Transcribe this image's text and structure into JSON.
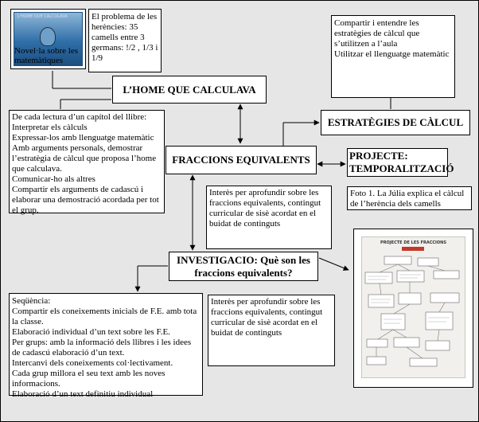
{
  "cover": {
    "caption": "Novel·la sobre les matemàtiques",
    "scrawl": "L'HOME QUE CALCULAVA"
  },
  "problem_box": {
    "text": "El problema de les herències: 35 camells entre 3 germans: !/2 , 1/3 i 1/9"
  },
  "strategy_goals": {
    "lines": [
      "Compartir i entendre les estratègies de càlcul que s’utilitzen a l’aula",
      "Utilitzar el llenguatge matemàtic"
    ]
  },
  "home_title": "L’HOME QUE CALCULAVA",
  "strategies_title": "ESTRATÈGIES DE CÀLCUL",
  "chapter_box": {
    "lines": [
      "De cada lectura d’un capítol del llibre:",
      "Interpretar els càlculs",
      "Expressar-los amb llenguatge matemàtic",
      "Amb arguments personals, demostrar l’estratègia de càlcul que proposa l’home que calculava.",
      "Comunicar-ho als altres",
      "Compartir els arguments de cadascú i elaborar una demostració acordada per tot el grup."
    ]
  },
  "fractions_title": "FRACCIONS EQUIVALENTS",
  "project_title": "PROJECTE: TEMPORALITZACIÓ",
  "photo_caption": "Foto 1. La Júlia explica el càlcul de l’herència dels camells",
  "interest_box_top": {
    "text": "Interès per aprofundir sobre les fraccions equivalents, contingut curricular de sisè acordat en el buidat de continguts"
  },
  "investigation_title": "INVESTIGACIO: Què son les fraccions equivalents?",
  "interest_box_bottom": {
    "text": "Interès per aprofundir sobre les fraccions equivalents, contingut curricular de sisè acordat en el buidat de continguts"
  },
  "sequence_box": {
    "lines": [
      "Seqüència:",
      "Compartir els coneixements inicials de F.E. amb tota la classe.",
      "Elaboració individual d’un text sobre les F.E.",
      "Per grups: amb la informació dels llibres i les idees de cadascú elaboració d’un text.",
      "Intercanvi dels coneixements col·lectivament.",
      "Cada grup millora el seu text amb les noves informacions.",
      "Elaboració d’un text definitiu individual"
    ]
  },
  "poster": {
    "title": "PROJECTE DE LES FRACCIONS"
  },
  "colors": {
    "background": "#e6e6e6",
    "box": "#ffffff",
    "cover_blue": "#2f6fa8",
    "poster_paper": "#f1f0ec",
    "poster_red": "#c0392b"
  }
}
